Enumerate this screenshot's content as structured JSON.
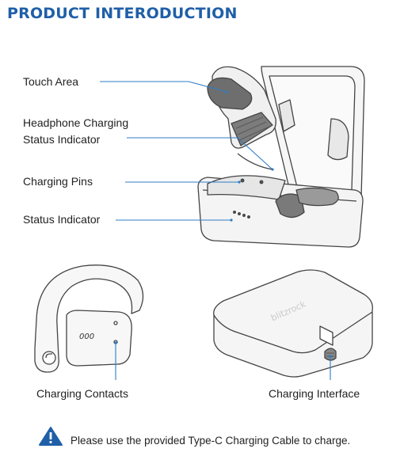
{
  "title": "PRODUCT INTERODUCTION",
  "brand": "blitzrock",
  "callouts": {
    "touch_area": "Touch Area",
    "headphone_charging_status_indicator": "Headphone Charging Status Indicator",
    "charging_pins": "Charging Pins",
    "status_indicator": "Status Indicator"
  },
  "captions": {
    "charging_contacts": "Charging Contacts",
    "charging_interface": "Charging Interface"
  },
  "notice": {
    "text": "Please use the provided Type-C Charging Cable to charge.",
    "icon": "warning-icon"
  },
  "colors": {
    "title": "#1f5fa8",
    "leader_line": "#2f7cc7",
    "warning": "#1f5fa8"
  }
}
